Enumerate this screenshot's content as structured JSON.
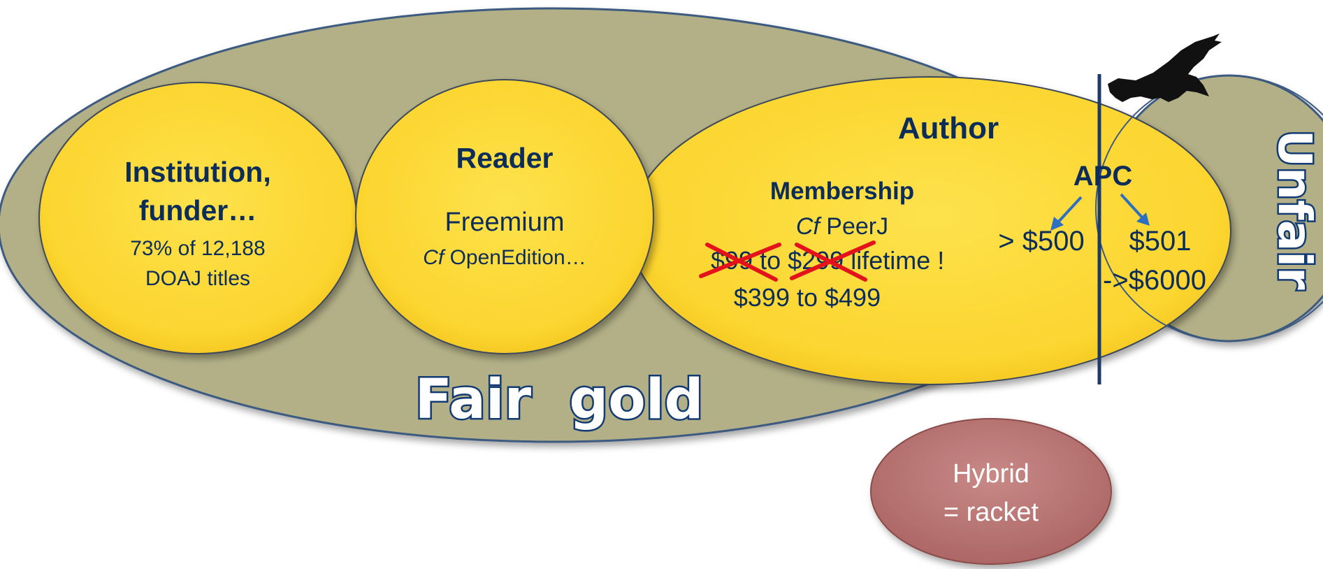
{
  "labels": {
    "fair_gold": "Fair  gold",
    "unfair": "Unfair",
    "institution_line1": "Institution,",
    "institution_line2": "funder…",
    "institution_stat_line1": "73% of 12,188",
    "institution_stat_line2": "DOAJ  titles",
    "reader_title": "Reader",
    "reader_model": "Freemium",
    "reader_cf": "Cf",
    "reader_example": " OpenEdition…",
    "author_title": "Author",
    "membership_title": "Membership",
    "membership_cf": "Cf",
    "membership_example": " PeerJ",
    "membership_old_price_1": "$99",
    "membership_to": " to ",
    "membership_old_price_2": "$299",
    "membership_lifetime": " lifetime !",
    "membership_new_prices": "$399 to $499",
    "apc_title": "APC",
    "apc_fair": "> $500",
    "apc_unfair_line1": "$501",
    "apc_unfair_line2": "->$6000",
    "hybrid_line1": "Hybrid",
    "hybrid_line2": "= racket"
  },
  "colors": {
    "olive_region": "#b3b087",
    "yellow_ellipse": "#fcd52f",
    "hybrid_ellipse": "#b87371",
    "dark_text": "#0c2d5a",
    "strike_mark": "#e3121b",
    "apc_arrow": "#2d6fc0",
    "divider_line": "#1b3b6b"
  },
  "icons": [
    "vulture-icon",
    "strike-x-icon",
    "arrow-down-left-icon",
    "arrow-down-right-icon"
  ]
}
